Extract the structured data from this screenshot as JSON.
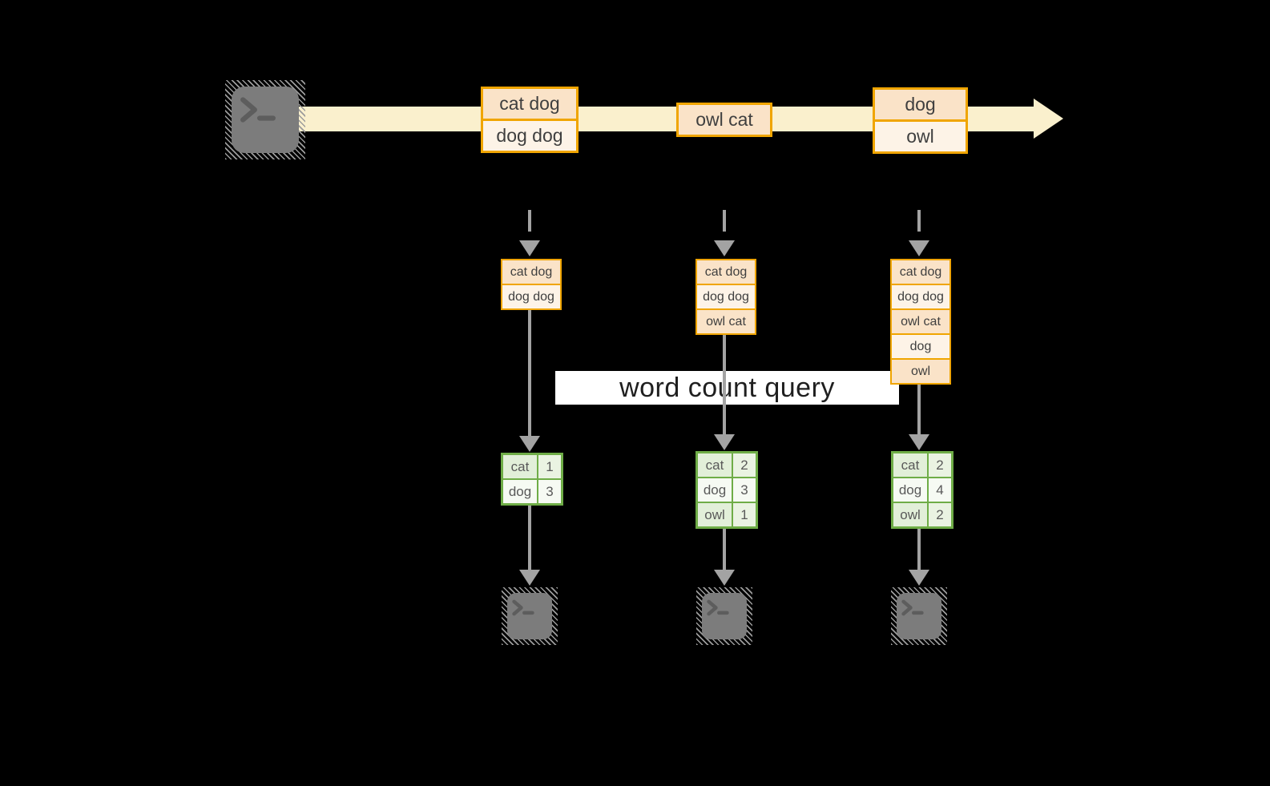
{
  "query_label": "word count query",
  "colors": {
    "background": "#000000",
    "stream_band": "#FAF0CD",
    "record_border": "#F0A500",
    "record_fill_dark": "#FAE3C8",
    "record_fill_light": "#FDF3E7",
    "table_border": "#6FAD47",
    "table_fill_green": "#E2EFD9",
    "table_fill_light": "#F6FAF3",
    "connector_gray": "#A3A3A3",
    "terminal_gray": "#7C7C7C",
    "text_dark": "#3F3F3F"
  },
  "icons": {
    "source": "terminal-icon",
    "sink": "terminal-icon",
    "terminal_glyph": ">_"
  },
  "timeline": {
    "batches": [
      {
        "rows": [
          "cat dog",
          "dog dog"
        ]
      },
      {
        "rows": [
          "owl cat"
        ]
      },
      {
        "rows": [
          "dog",
          "owl"
        ]
      }
    ]
  },
  "pipelines": [
    {
      "state_rows": [
        "cat dog",
        "dog dog"
      ],
      "counts": [
        {
          "word": "cat",
          "count": "1"
        },
        {
          "word": "dog",
          "count": "3"
        }
      ]
    },
    {
      "state_rows": [
        "cat dog",
        "dog dog",
        "owl cat"
      ],
      "counts": [
        {
          "word": "cat",
          "count": "2"
        },
        {
          "word": "dog",
          "count": "3"
        },
        {
          "word": "owl",
          "count": "1"
        }
      ]
    },
    {
      "state_rows": [
        "cat dog",
        "dog dog",
        "owl cat",
        "dog",
        "owl"
      ],
      "counts": [
        {
          "word": "cat",
          "count": "2"
        },
        {
          "word": "dog",
          "count": "4"
        },
        {
          "word": "owl",
          "count": "2"
        }
      ]
    }
  ]
}
